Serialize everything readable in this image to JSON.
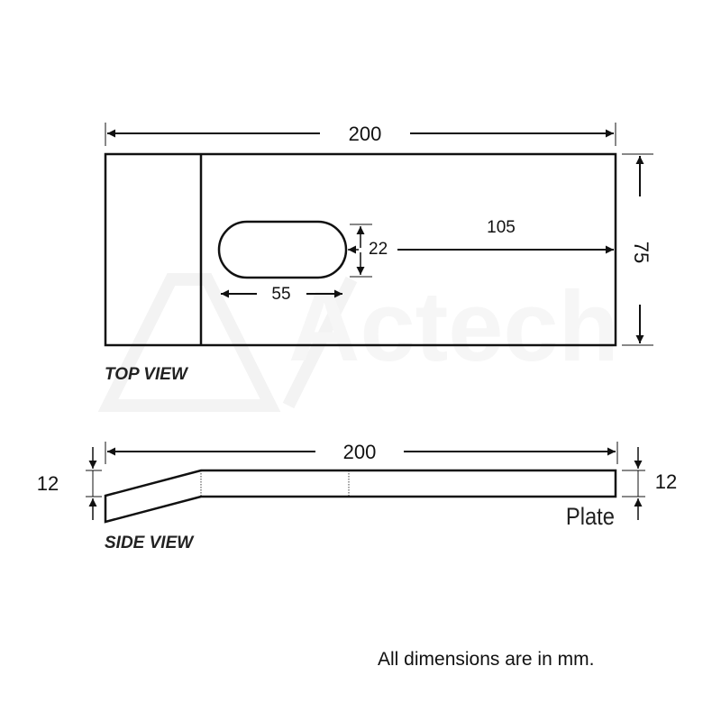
{
  "watermark": {
    "brand": "Actech"
  },
  "top_view": {
    "label": "TOP VIEW",
    "length": "200",
    "width": "75",
    "slot_length": "55",
    "slot_width": "22",
    "slot_offset": "105"
  },
  "side_view": {
    "label": "SIDE VIEW",
    "length": "200",
    "thickness_left": "12",
    "thickness_right": "12",
    "part_label": "Plate"
  },
  "note": "All dimensions are in mm.",
  "colors": {
    "line": "#111111",
    "watermark": "#f4f4f4"
  }
}
